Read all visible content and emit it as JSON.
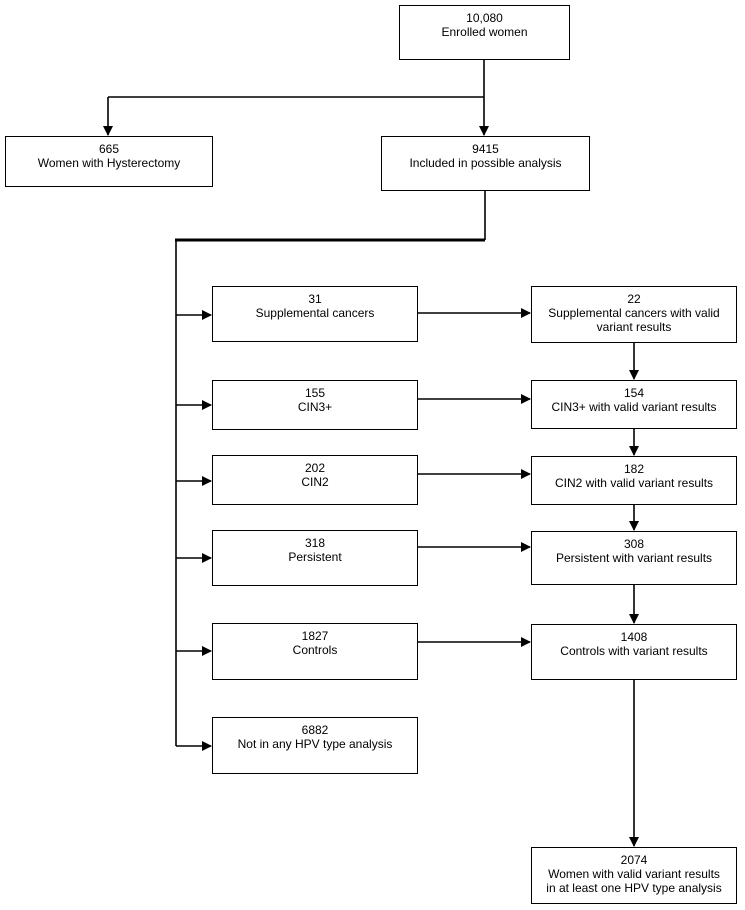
{
  "enrolled": {
    "count": "10,080",
    "label": "Enrolled women"
  },
  "hysterectomy": {
    "count": "665",
    "label": "Women with Hysterectomy"
  },
  "included": {
    "count": "9415",
    "label": "Included in possible analysis"
  },
  "left": {
    "supplemental": {
      "count": "31",
      "label": "Supplemental cancers"
    },
    "cin3": {
      "count": "155",
      "label": "CIN3+"
    },
    "cin2": {
      "count": "202",
      "label": "CIN2"
    },
    "persistent": {
      "count": "318",
      "label": "Persistent"
    },
    "controls": {
      "count": "1827",
      "label": "Controls"
    },
    "not_in_any": {
      "count": "6882",
      "label": "Not in any HPV type analysis"
    }
  },
  "right": {
    "supplemental": {
      "count": "22",
      "line1": "Supplemental cancers with valid",
      "line2": "variant results"
    },
    "cin3": {
      "count": "154",
      "label": "CIN3+ with valid variant results"
    },
    "cin2": {
      "count": "182",
      "label": "CIN2 with valid variant results"
    },
    "persistent": {
      "count": "308",
      "label": "Persistent with variant results"
    },
    "controls": {
      "count": "1408",
      "label": "Controls with variant results"
    }
  },
  "final": {
    "count": "2074",
    "line1": "Women with valid variant results",
    "line2": "in at least one HPV type analysis"
  }
}
